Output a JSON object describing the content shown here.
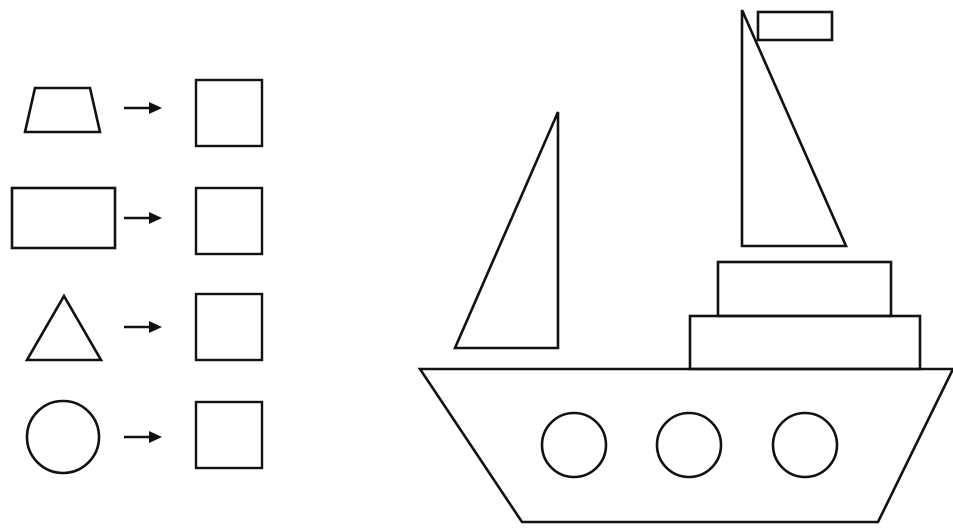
{
  "legend": {
    "rows": [
      {
        "shape": "trapezoid",
        "answer": ""
      },
      {
        "shape": "rectangle",
        "answer": ""
      },
      {
        "shape": "triangle",
        "answer": ""
      },
      {
        "shape": "circle",
        "answer": ""
      }
    ]
  },
  "colors": {
    "line": "#111111",
    "background": "#ffffff"
  }
}
